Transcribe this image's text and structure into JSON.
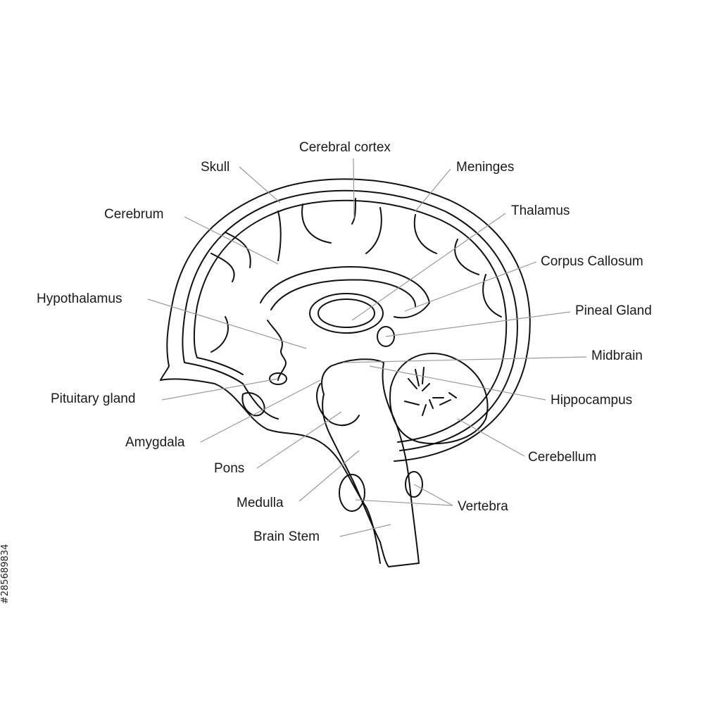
{
  "labels": {
    "skull": "Skull",
    "cerebral_cortex": "Cerebral cortex",
    "meninges": "Meninges",
    "cerebrum": "Cerebrum",
    "thalamus": "Thalamus",
    "corpus_callosum": "Corpus Callosum",
    "hypothalamus": "Hypothalamus",
    "pineal_gland": "Pineal Gland",
    "midbrain": "Midbrain",
    "pituitary_gland": "Pituitary gland",
    "hippocampus": "Hippocampus",
    "amygdala": "Amygdala",
    "cerebellum": "Cerebellum",
    "pons": "Pons",
    "medulla": "Medulla",
    "vertebra": "Vertebra",
    "brain_stem": "Brain Stem"
  },
  "stock_id": "#285689834",
  "colors": {
    "outline": "#111111",
    "leader": "#9a9a9a",
    "text": "#1a1a1a"
  }
}
